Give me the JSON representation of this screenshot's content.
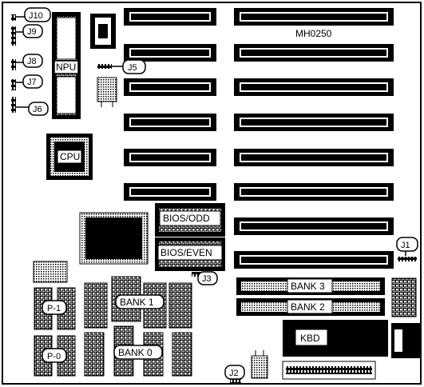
{
  "board": {
    "model": "MH0250"
  },
  "labels": {
    "npu": "NPU",
    "cpu": "CPU",
    "bios_odd": "BIOS/ODD",
    "bios_even": "BIOS/EVEN",
    "bank0": "BANK 0",
    "bank1": "BANK 1",
    "bank2": "BANK 2",
    "bank3": "BANK 3",
    "kbd": "KBD",
    "p1": "P-1",
    "p0": "P-0"
  },
  "jumpers": {
    "j1": "J1",
    "j2": "J2",
    "j3": "J3",
    "j5": "J5",
    "j6": "J6",
    "j7": "J7",
    "j8": "J8",
    "j9": "J9",
    "j10": "J10"
  }
}
